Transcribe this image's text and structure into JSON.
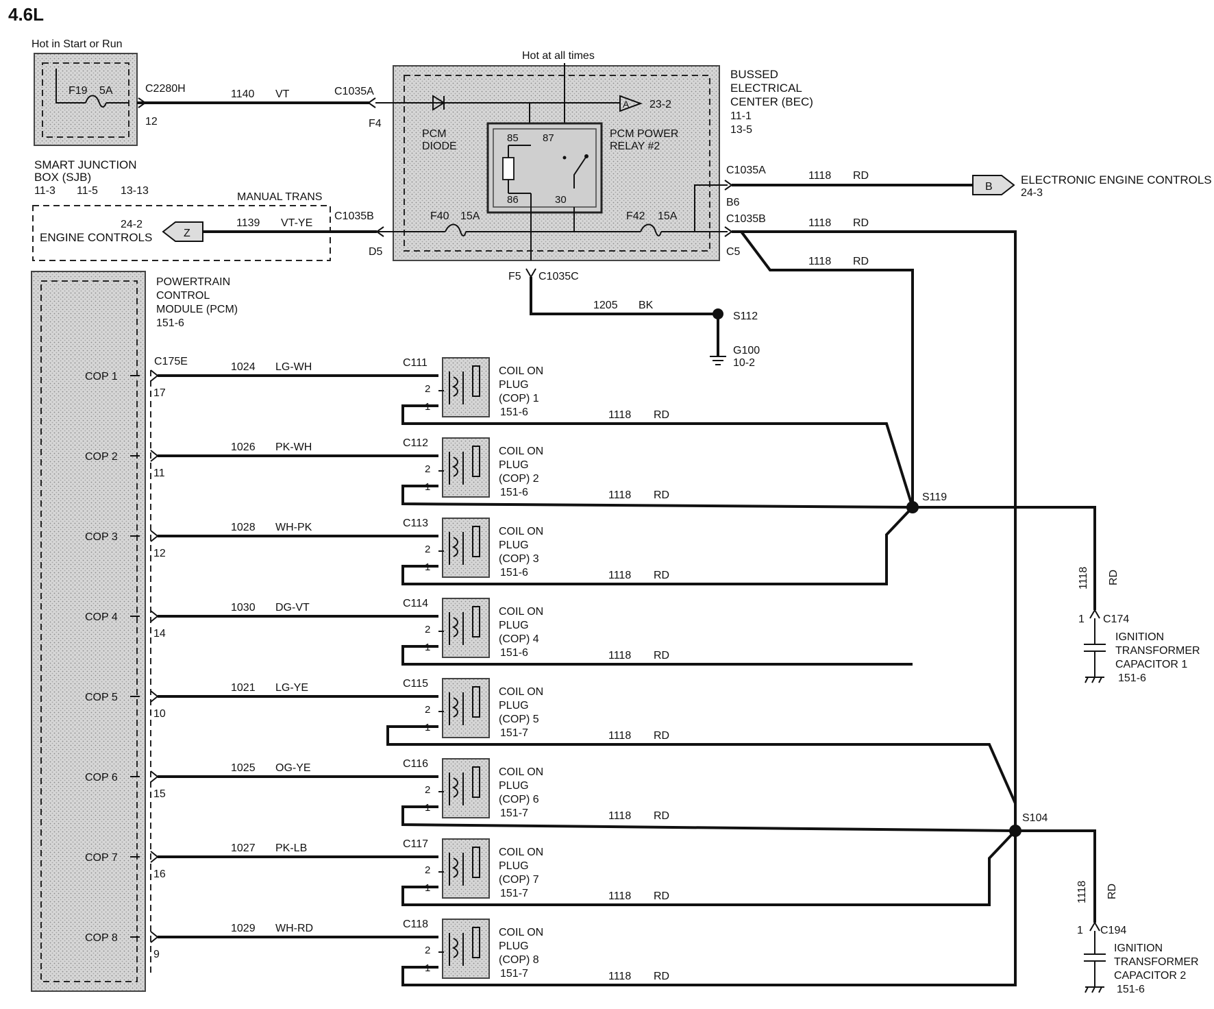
{
  "title": "4.6L",
  "sjb": {
    "hot_label": "Hot in Start or Run",
    "fuse": "F19",
    "fuse_rating": "5A",
    "name_line1": "SMART   JUNCTION",
    "name_line2": "BOX (SJB)",
    "refs": [
      "11-3",
      "11-5",
      "13-13"
    ],
    "connector": "C2280H",
    "pin": "12"
  },
  "feed_wire": {
    "circuit": "1140",
    "color": "VT"
  },
  "bec": {
    "hot_label": "Hot at all times",
    "name": [
      "BUSSED",
      "ELECTRICAL",
      "CENTER (BEC)"
    ],
    "refs": [
      "11-1",
      "13-5"
    ],
    "conn_in": "C1035A",
    "pin_in": "F4",
    "diode": [
      "PCM",
      "DIODE"
    ],
    "relay": [
      "PCM POWER",
      "RELAY #2"
    ],
    "relay_pins": [
      "85",
      "87",
      "86",
      "30"
    ],
    "relay_ref": "23-2",
    "relay_ref_letter": "A",
    "fuse_left": "F40",
    "fuse_left_rating": "15A",
    "fuse_right": "F42",
    "fuse_right_rating": "15A",
    "conn_b6": "C1035A",
    "pin_b6": "B6",
    "conn_c5": "C1035B",
    "pin_c5": "C5",
    "conn_d5": "C1035B",
    "pin_d5": "D5",
    "conn_f5": "C1035C",
    "pin_f5": "F5"
  },
  "eec": {
    "circuit": "1118",
    "color": "RD",
    "letter": "B",
    "label": "ELECTRONIC ENGINE CONTROLS",
    "ref": "24-3"
  },
  "manual_trans": {
    "label": "MANUAL TRANS",
    "circuit": "1139",
    "color": "VT-YE",
    "letter": "Z",
    "ref": "24-2",
    "label2": "ENGINE CONTROLS"
  },
  "c5_wires": [
    {
      "circuit": "1118",
      "color": "RD"
    },
    {
      "circuit": "1118",
      "color": "RD"
    }
  ],
  "ground": {
    "circuit": "1205",
    "color": "BK",
    "splice": "S112",
    "ground": "G100",
    "ref": "10-2"
  },
  "pcm": {
    "name": [
      "POWERTRAIN",
      "CONTROL",
      "MODULE (PCM)"
    ],
    "ref": "151-6",
    "connector": "C175E"
  },
  "coils": [
    {
      "pcm_label": "COP 1",
      "pin": "17",
      "circuit": "1024",
      "color": "LG-WH",
      "connector": "C111",
      "name": [
        "COIL ON",
        "PLUG",
        "(COP) 1"
      ],
      "ref": "151-6",
      "ret_circuit": "1118",
      "ret_color": "RD"
    },
    {
      "pcm_label": "COP 2",
      "pin": "11",
      "circuit": "1026",
      "color": "PK-WH",
      "connector": "C112",
      "name": [
        "COIL ON",
        "PLUG",
        "(COP) 2"
      ],
      "ref": "151-6",
      "ret_circuit": "1118",
      "ret_color": "RD"
    },
    {
      "pcm_label": "COP 3",
      "pin": "12",
      "circuit": "1028",
      "color": "WH-PK",
      "connector": "C113",
      "name": [
        "COIL ON",
        "PLUG",
        "(COP) 3"
      ],
      "ref": "151-6",
      "ret_circuit": "1118",
      "ret_color": "RD"
    },
    {
      "pcm_label": "COP 4",
      "pin": "14",
      "circuit": "1030",
      "color": "DG-VT",
      "connector": "C114",
      "name": [
        "COIL ON",
        "PLUG",
        "(COP) 4"
      ],
      "ref": "151-6",
      "ret_circuit": "1118",
      "ret_color": "RD"
    },
    {
      "pcm_label": "COP 5",
      "pin": "10",
      "circuit": "1021",
      "color": "LG-YE",
      "connector": "C115",
      "name": [
        "COIL ON",
        "PLUG",
        "(COP) 5"
      ],
      "ref": "151-7",
      "ret_circuit": "1118",
      "ret_color": "RD"
    },
    {
      "pcm_label": "COP 6",
      "pin": "15",
      "circuit": "1025",
      "color": "OG-YE",
      "connector": "C116",
      "name": [
        "COIL ON",
        "PLUG",
        "(COP) 6"
      ],
      "ref": "151-7",
      "ret_circuit": "1118",
      "ret_color": "RD"
    },
    {
      "pcm_label": "COP 7",
      "pin": "16",
      "circuit": "1027",
      "color": "PK-LB",
      "connector": "C117",
      "name": [
        "COIL ON",
        "PLUG",
        "(COP) 7"
      ],
      "ref": "151-7",
      "ret_circuit": "1118",
      "ret_color": "RD"
    },
    {
      "pcm_label": "COP 8",
      "pin": "9",
      "circuit": "1029",
      "color": "WH-RD",
      "connector": "C118",
      "name": [
        "COIL ON",
        "PLUG",
        "(COP) 8"
      ],
      "ref": "151-7",
      "ret_circuit": "1118",
      "ret_color": "RD"
    }
  ],
  "coil_pin_labels": [
    "2",
    "1"
  ],
  "splices": {
    "upper": "S119",
    "lower": "S104"
  },
  "capacitors": [
    {
      "circuit": "1118",
      "color": "RD",
      "pin": "1",
      "connector": "C174",
      "name": [
        "IGNITION",
        "TRANSFORMER",
        "CAPACITOR 1"
      ],
      "ref": "151-6"
    },
    {
      "circuit": "1118",
      "color": "RD",
      "pin": "1",
      "connector": "C194",
      "name": [
        "IGNITION",
        "TRANSFORMER",
        "CAPACITOR 2"
      ],
      "ref": "151-6"
    }
  ]
}
